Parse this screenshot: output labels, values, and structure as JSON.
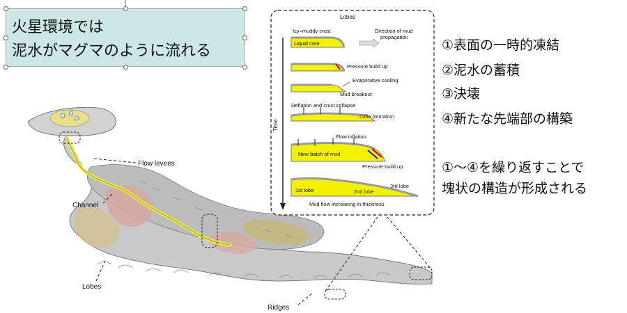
{
  "title": {
    "line1": "火星環境では",
    "line2": "泥水がマグマのように流れる"
  },
  "map_labels": {
    "flow_levees": "Flow levees",
    "channel": "Channel",
    "lobes": "Lobes",
    "ridges": "Ridges"
  },
  "inset": {
    "heading": "Lobes",
    "time_label": "Time",
    "crust": "Icy–muddy crust",
    "core": "Liquid core",
    "direction": "Direction of mud",
    "direction2": "propagation",
    "pressure1": "Pressure build up",
    "evap": "Evaporative cooling",
    "breakout": "Mud breakout",
    "deflation": "Deflation and crust collapse",
    "lobe_formation": "Lobe formation",
    "inflation": "Flow inflation",
    "new_batch": "New batch of mud",
    "pressure2": "Pressure build up",
    "lobe1": "1st lobe",
    "lobe2": "2nd lobe",
    "lobe3": "3rd lobe",
    "thickness": "Mud flow increasing in thickness"
  },
  "steps": [
    "①表面の一時的凍結",
    "②泥水の蓄積",
    "③決壊",
    "④新たな先端部の構築"
  ],
  "note": {
    "line1": "①～④を繰り返すことで",
    "line2": "塊状の構造が形成される"
  },
  "colors": {
    "title_bg": "#cde6e6",
    "mud_yellow": "#f2f200",
    "crust_gray": "#b8b8b8",
    "flow_gray": "#c8c8c8"
  }
}
